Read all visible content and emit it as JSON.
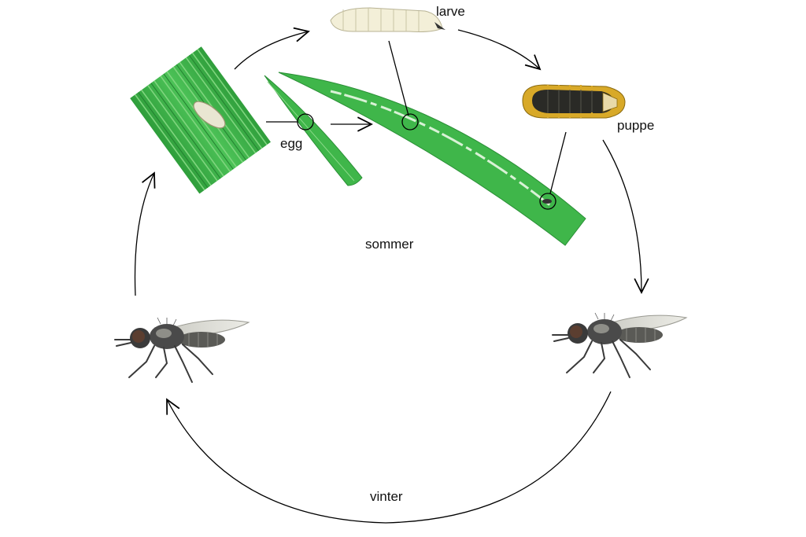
{
  "labels": {
    "egg": "egg",
    "larva": "larve",
    "pupa": "puppe",
    "summer": "sommer",
    "winter": "vinter"
  },
  "colors": {
    "leaf": "#3fb64a",
    "leaf_dark": "#2a8f36",
    "leaf_light": "#7dd27c",
    "larva": "#f3efd8",
    "pupa_body": "#2a2a26",
    "pupa_band": "#d8a928",
    "fly_body": "#4a4a4a",
    "wing": "#dcdcd6",
    "line": "#000000"
  }
}
